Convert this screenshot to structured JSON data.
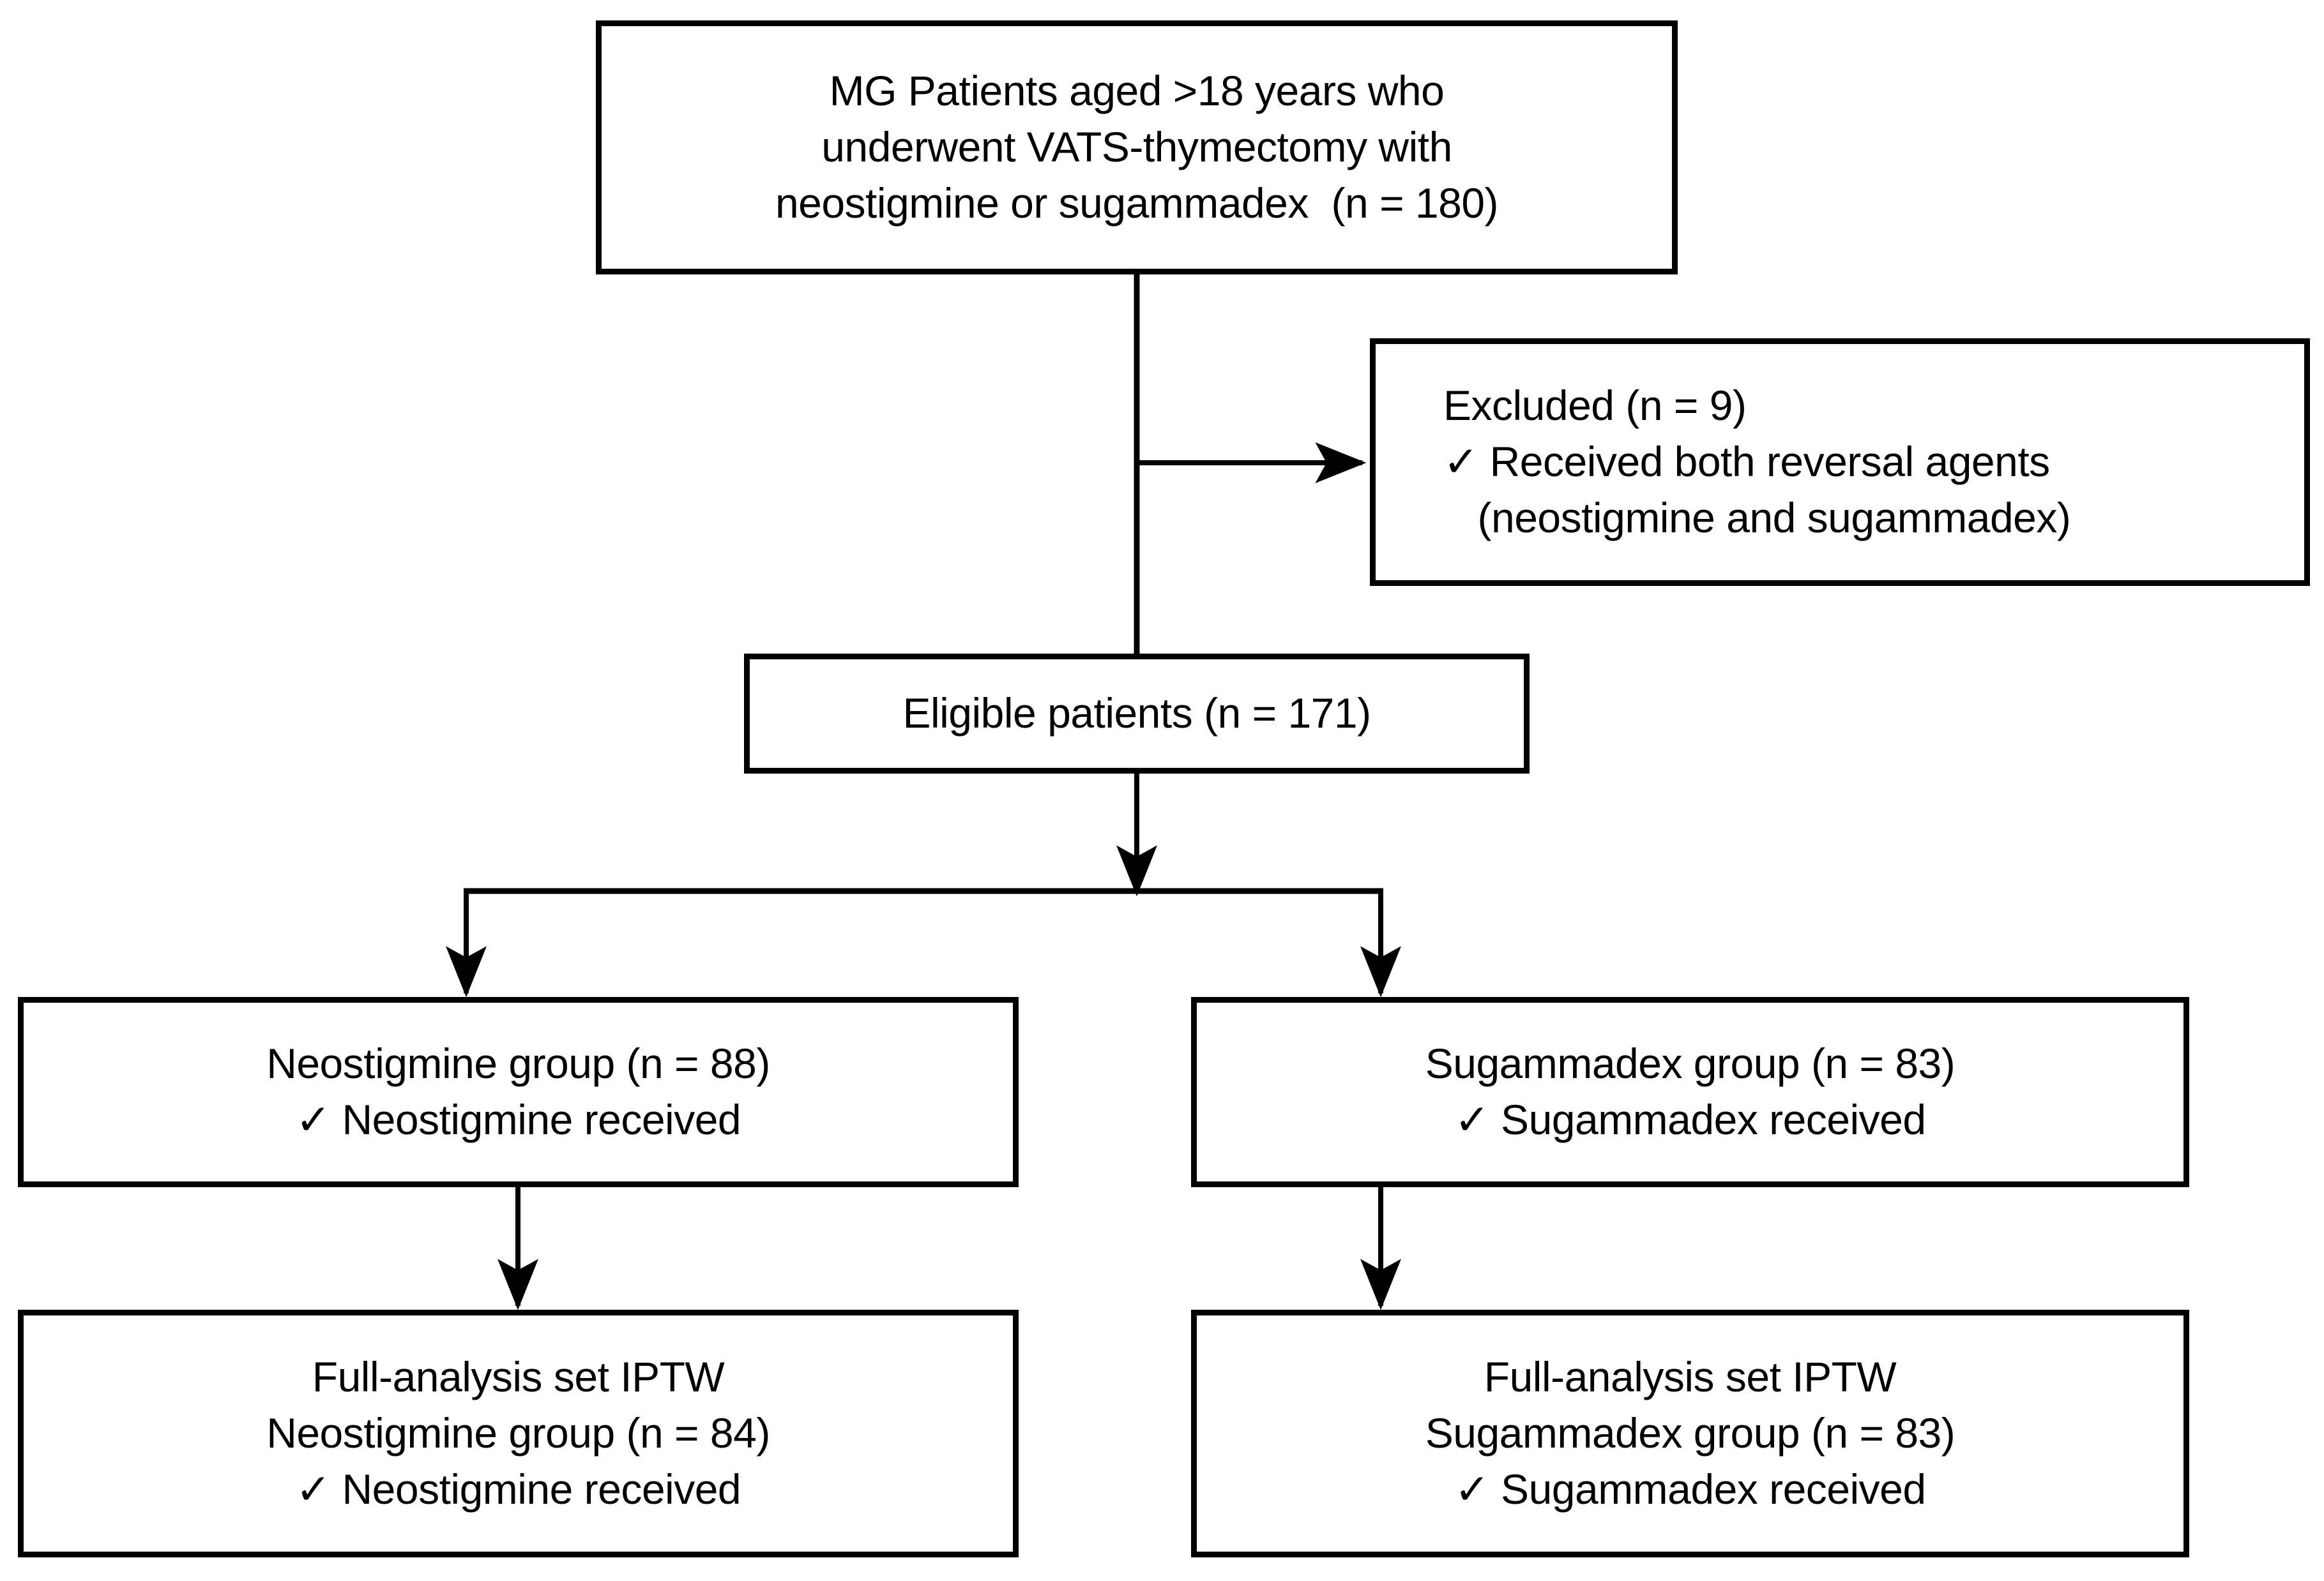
{
  "diagram": {
    "title": "CONSORT-style patient flow diagram",
    "stroke_color": "#000000",
    "background_color": "#ffffff",
    "check_glyph": "✓"
  },
  "nodes": {
    "enrolled": {
      "name": "enrolled-box",
      "lines": [
        "MG Patients aged >18 years who",
        "underwent VATS-thymectomy with",
        "neostigmine or sugammadex  (n = 180)"
      ]
    },
    "excluded": {
      "name": "excluded-box",
      "lines": [
        "Excluded (n = 9)",
        "✓ Received both reversal agents",
        "   (neostigmine and sugammadex)"
      ]
    },
    "eligible": {
      "name": "eligible-box",
      "lines": [
        "Eligible patients (n = 171)"
      ]
    },
    "neostigmine_group": {
      "name": "neostigmine-group-box",
      "lines": [
        "Neostigmine group (n = 88)",
        "✓ Neostigmine received"
      ]
    },
    "sugammadex_group": {
      "name": "sugammadex-group-box",
      "lines": [
        "Sugammadex group (n = 83)",
        "✓ Sugammadex received"
      ]
    },
    "neostigmine_iptw": {
      "name": "neostigmine-iptw-box",
      "lines": [
        "Full-analysis set IPTW",
        "Neostigmine group (n = 84)",
        "✓ Neostigmine received"
      ]
    },
    "sugammadex_iptw": {
      "name": "sugammadex-iptw-box",
      "lines": [
        "Full-analysis set IPTW",
        "Sugammadex group (n = 83)",
        "✓ Sugammadex received"
      ]
    }
  },
  "connectors": [
    {
      "name": "enrolled-to-eligible-trunk",
      "type": "vertical-line"
    },
    {
      "name": "trunk-to-excluded-arrow",
      "type": "horizontal-arrow"
    },
    {
      "name": "eligible-down-arrow",
      "type": "vertical-arrow"
    },
    {
      "name": "split-bar",
      "type": "horizontal-line"
    },
    {
      "name": "split-left-arrow",
      "type": "vertical-arrow"
    },
    {
      "name": "split-right-arrow",
      "type": "vertical-arrow"
    },
    {
      "name": "neostigmine-group-to-iptw-arrow",
      "type": "vertical-arrow"
    },
    {
      "name": "sugammadex-group-to-iptw-arrow",
      "type": "vertical-arrow"
    }
  ]
}
